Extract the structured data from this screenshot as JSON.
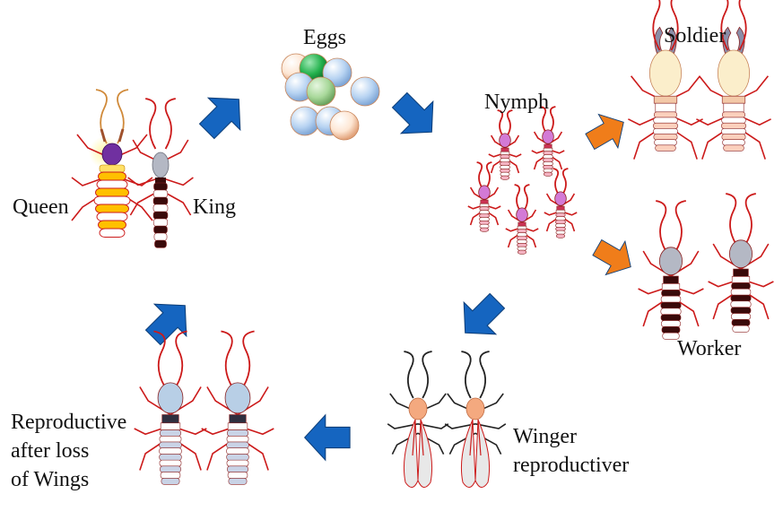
{
  "labels": {
    "eggs": "Eggs",
    "nymph": "Nymph",
    "soldier": "Soldier",
    "worker": "Worker",
    "queen": "Queen",
    "king": "King",
    "winger": "Winger\nreproductiver",
    "reproductive": "Reproductive\nafter loss\nof Wings"
  },
  "colors": {
    "arrow_blue": "#1565c0",
    "arrow_orange": "#f07d1a",
    "leg_red": "#cc1a1a",
    "queen_yellow": "#ffc000",
    "queen_head": "#7030a0",
    "king_head": "#b4b8c4",
    "body_dark": "#3a0a0a",
    "soldier_head": "#fbeecb",
    "nymph_head": "#d37ad6",
    "winger_head": "#f4a97f",
    "wing_fill": "#e8e8e8",
    "repro_head": "#b8cfe6",
    "egg_blue": "#a9c8ee",
    "egg_green": "#22b14c"
  }
}
